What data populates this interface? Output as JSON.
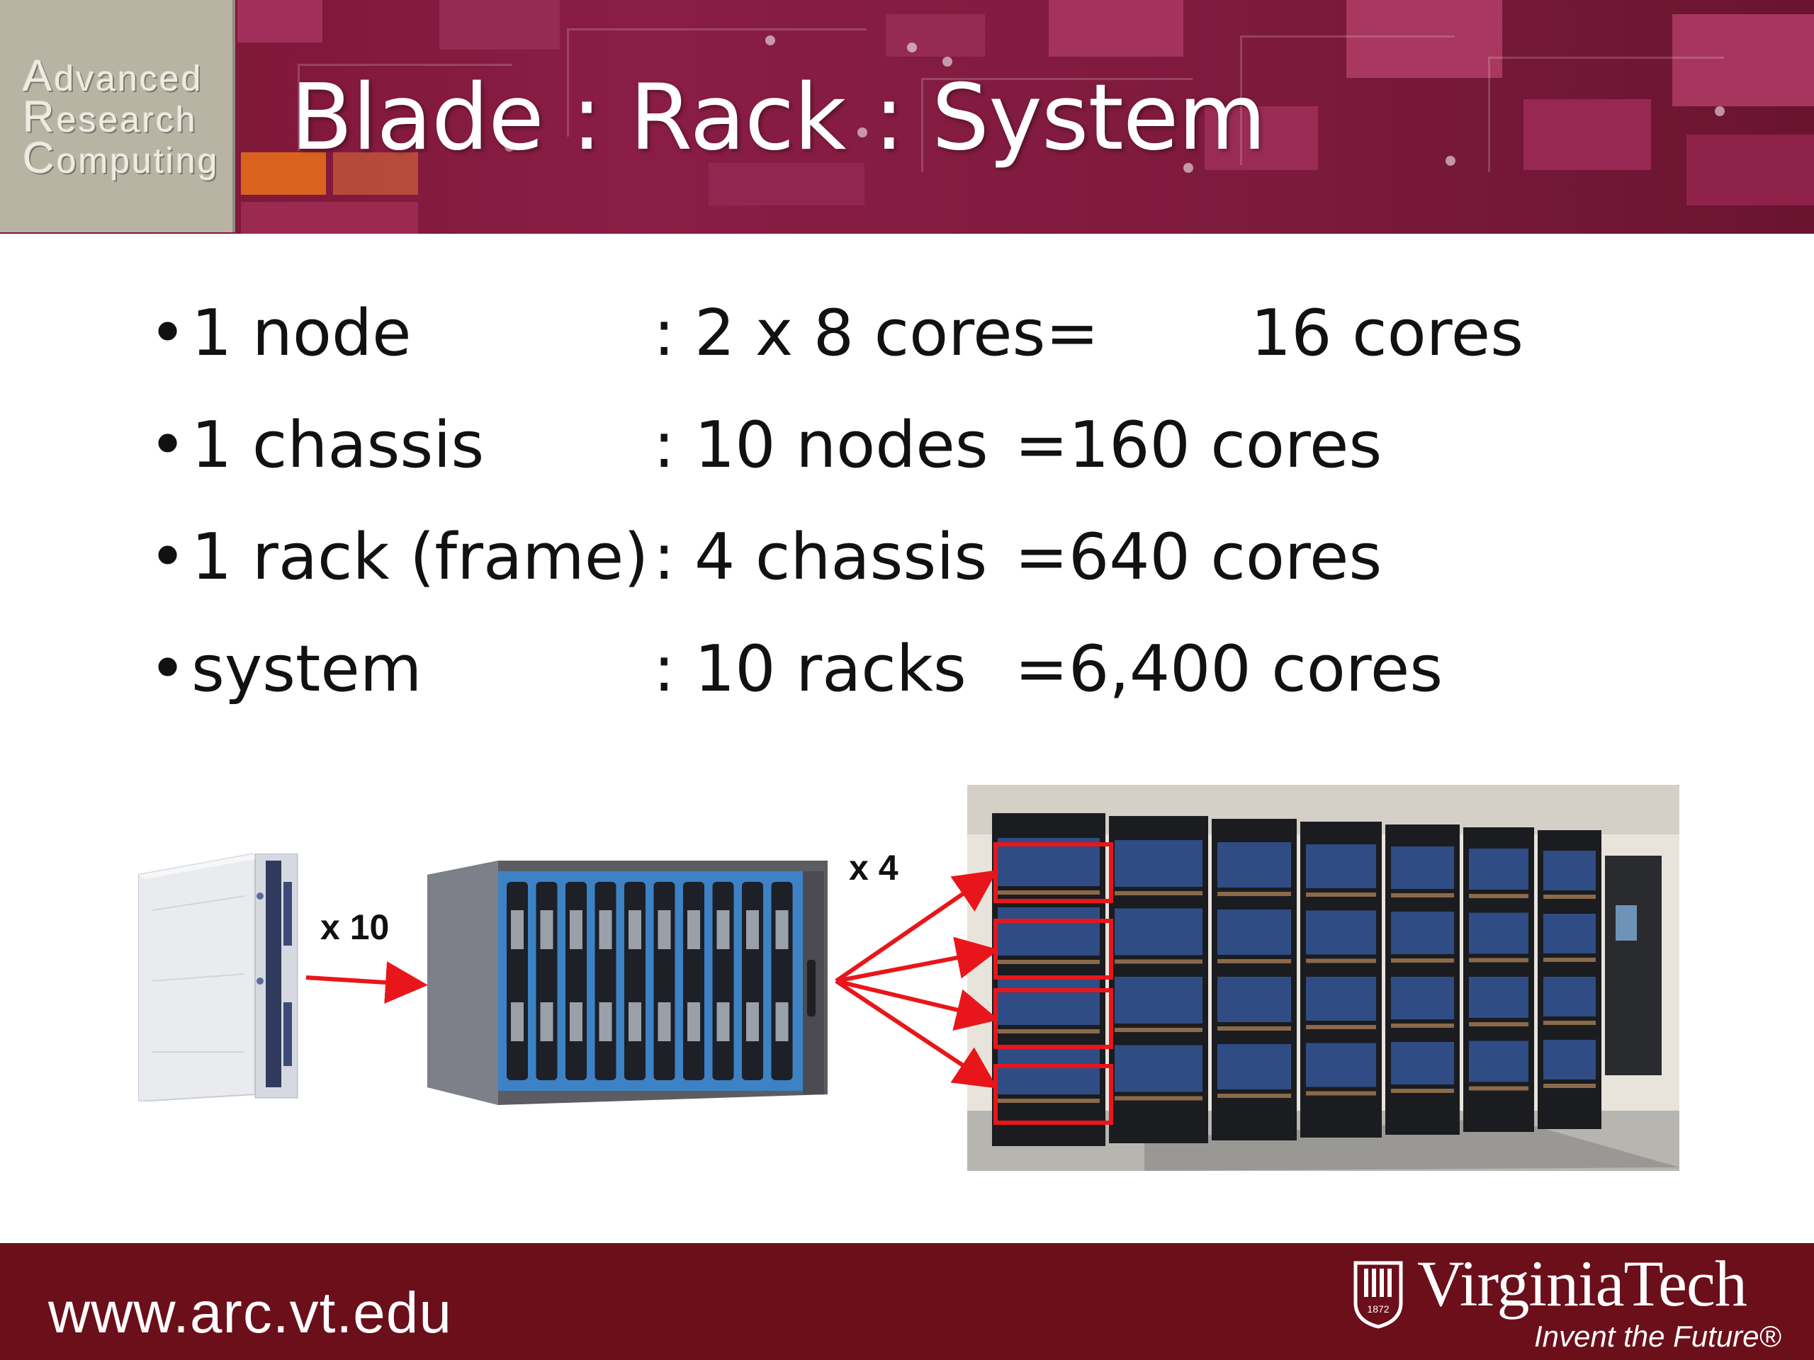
{
  "header": {
    "logo_lines": [
      {
        "cap": "A",
        "rest": "dvanced"
      },
      {
        "cap": "R",
        "rest": "esearch"
      },
      {
        "cap": "C",
        "rest": "omputing"
      }
    ],
    "title": "Blade : Rack : System"
  },
  "bullets": [
    {
      "bullet": "•",
      "term": "1 node",
      "colon": ":",
      "quantity": "2 x 8 cores=",
      "equals": "",
      "total": "16 cores"
    },
    {
      "bullet": "•",
      "term": "1 chassis",
      "colon": ":",
      "quantity": "10 nodes",
      "equals": "=",
      "total": "160 cores"
    },
    {
      "bullet": "•",
      "term": "1 rack (frame)",
      "colon": ":",
      "quantity": "4 chassis",
      "equals": "=",
      "total": "640 cores"
    },
    {
      "bullet": "•",
      "term": "system",
      "colon": ":",
      "quantity": "10 racks",
      "equals": "=",
      "total": "6,400 cores"
    }
  ],
  "diagram": {
    "blade_to_chassis_label": "x 10",
    "chassis_to_rack_label": "x 4",
    "arrow_color": "#e8161a"
  },
  "footer": {
    "url": "www.arc.vt.edu",
    "brand": "VirginiaTech",
    "tagline": "Invent the Future®",
    "logo_year": "1872"
  },
  "colors": {
    "header_maroon": "#7a1533",
    "footer_maroon": "#6b0f1a",
    "logo_box": "#b9b3a4",
    "accent_orange": "#d9631e"
  }
}
